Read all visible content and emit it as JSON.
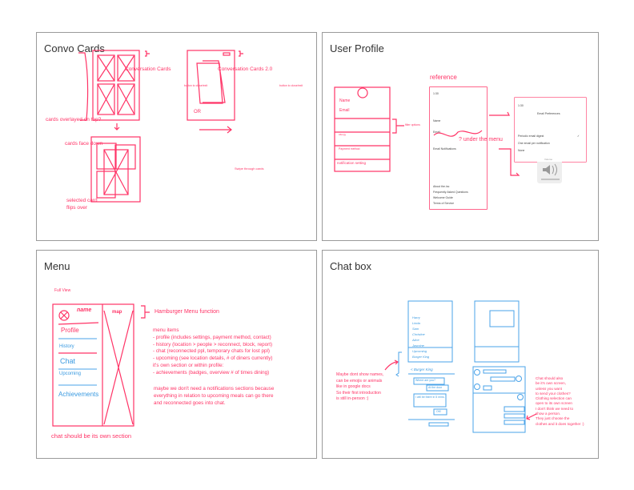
{
  "colors": {
    "sketch": "#ff3366",
    "blue": "#4aa3e8",
    "border": "#9a9a9a"
  },
  "convo": {
    "title": "Convo Cards",
    "cards_label": "Conversation Cards",
    "cards2_label": "Conversation Cards 2.0",
    "button_note": "button to close/exit",
    "button_note2": "button to close/exit",
    "or": "OR",
    "overlay": "cards overlayed on top?",
    "face_down": "cards face down",
    "selected": [
      "selected card",
      "flips over"
    ],
    "swipe": "Swipe through cards"
  },
  "profile": {
    "title": "User Profile",
    "reference": "reference",
    "filter": "filter options",
    "under_menu": "? under the menu",
    "sketch": {
      "name": "Name",
      "email": "Email",
      "allergy": "Allergy",
      "payment": "Payment method",
      "notification": "notification setting"
    },
    "ref_rows": [
      "Name",
      "Email",
      "Email Notifications",
      "About the.inc",
      "Frequently Asked Questions",
      "Welcome Guide",
      "Terms of Service"
    ],
    "ref_time": "1:30",
    "email_pref": {
      "time": "1:30",
      "title": "Email Preferences",
      "options": [
        "Periodic email digest",
        "One email per notification",
        "None"
      ],
      "check": "✓"
    },
    "volume": "Volume"
  },
  "menu": {
    "title": "Menu",
    "full_view": "Full View",
    "sketch_items": [
      "name",
      "Profile",
      "History",
      "Chat",
      "Upcoming",
      "Achievements"
    ],
    "map": "map",
    "hamburger": "Hamburger Menu function",
    "notes": [
      "menu items",
      "- profile (includes settings, payment method, contact)",
      "- history (location > people > reconnect, block, report)",
      "- chat (reconnected ppl, temporary chats for lost ppl)",
      "- upcoming (see location details, # of diners currently)",
      "it's own section or within profile:",
      "- achievements (badges, overview # of times dining)"
    ],
    "notes2": [
      "maybe we don't need a notifications sections because",
      "everything in relation to upcoming meals can go there",
      "and reconnected goes into chat."
    ],
    "chat_note": "chat should be its own section"
  },
  "chat": {
    "title": "Chat box",
    "names": [
      "Harry",
      "Linda",
      "Sam",
      "Christine",
      "Alice",
      "Jasmine"
    ],
    "upcoming": "Upcoming",
    "venue": "Burger King",
    "chat_header": "< Burger King",
    "bubbles": [
      "Where are you?",
      "At the door",
      "I will be there in 5 mins.",
      "OK!"
    ],
    "note_left": [
      "Maybe dont show names,",
      "can be emojis or animals",
      "like in google docs",
      "So their first introduction",
      "is still in-person :)"
    ],
    "note_right": [
      "Chat should also",
      "be it's own screen,",
      "unless you want",
      "to send your clothes?",
      "Clothing selection can",
      " open to its own screen",
      "I don't think we need to",
      "show a person.",
      "They just choose the",
      "clothes and it does together :)"
    ]
  }
}
